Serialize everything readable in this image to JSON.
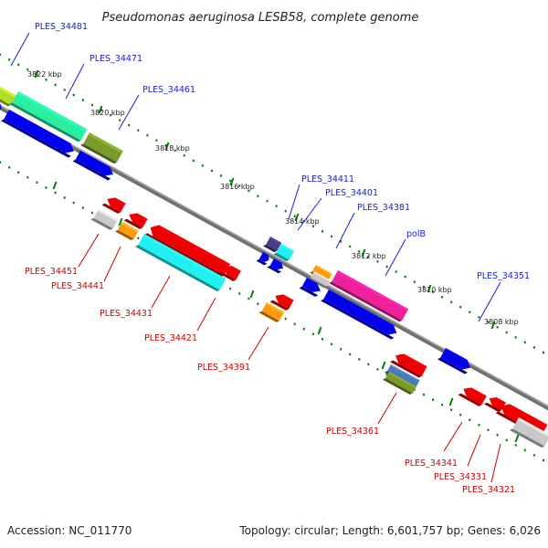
{
  "title": "Pseudomonas aeruginosa LESB58, complete genome",
  "footer": {
    "accession": "Accession: NC_011770",
    "summary": "Topology: circular; Length: 6,601,757 bp; Genes: 6,026"
  },
  "colors": {
    "backbone": "#808080",
    "tick": "#0a7a0a",
    "top_label": "#1a1adc",
    "bottom_label": "#cc0000",
    "cds_forward": "#0000ee",
    "cds_reverse": "#ee0000"
  },
  "scale_labels": [
    "3822 kbp",
    "3820 kbp",
    "3818 kbp",
    "3816 kbp",
    "3814 kbp",
    "3812 kbp",
    "3810 kbp",
    "3808 kbp"
  ],
  "labels_top": [
    "PLES_34481",
    "PLES_34471",
    "PLES_34461",
    "PLES_34411",
    "PLES_34401",
    "PLES_34381",
    "polB",
    "PLES_34351"
  ],
  "labels_bottom": [
    "PLES_34451",
    "PLES_34441",
    "PLES_34431",
    "PLES_34421",
    "PLES_34391",
    "PLES_34361",
    "PLES_34341",
    "PLES_34331",
    "PLES_34321"
  ],
  "feature_colors": {
    "yellow_green": "#b4dc28",
    "spring_green": "#28f0a0",
    "olive": "#7a9a2a",
    "cyan": "#20f0f0",
    "magenta": "#f0209a",
    "orange": "#ff9a10",
    "grey": "#c8c8c8",
    "slate_purple": "#4a3a8a",
    "steel_blue": "#4a7ab8"
  }
}
